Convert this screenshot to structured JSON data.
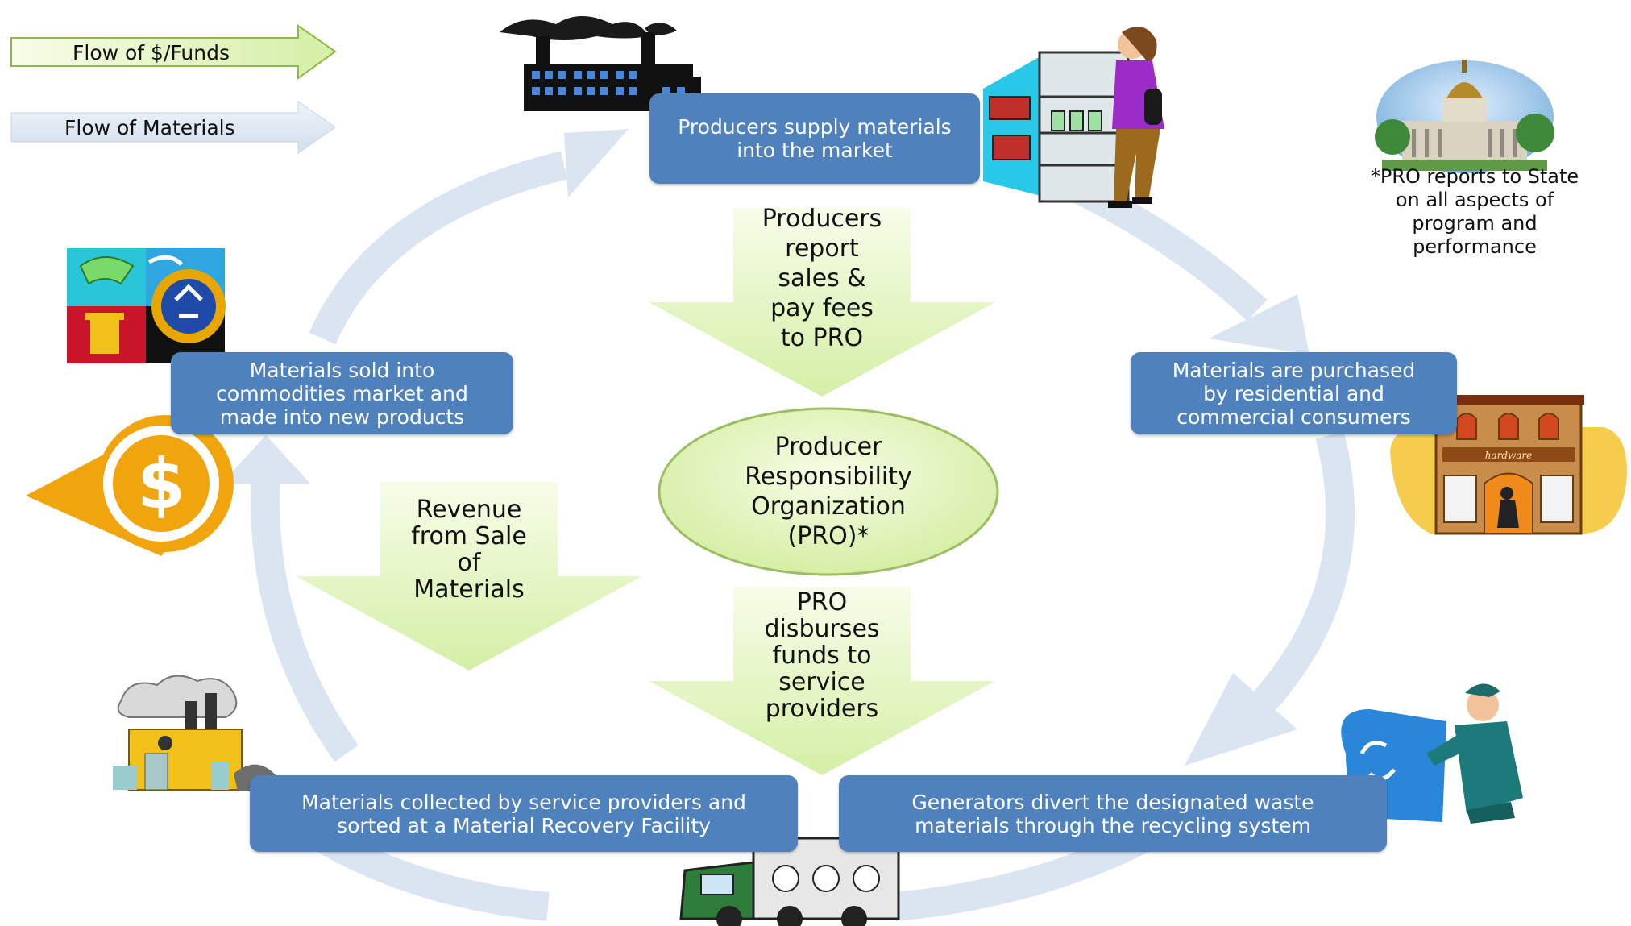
{
  "legend": {
    "funds_label": "Flow of $/Funds",
    "materials_label": "Flow of Materials"
  },
  "nodes": {
    "producers_supply": "Producers supply materials\ninto the market",
    "consumers_purchase": "Materials are purchased\nby residential and\ncommercial consumers",
    "generators_divert": "Generators divert the designated waste\nmaterials through the recycling system",
    "collected_sorted": "Materials collected by service providers and\nsorted at a Material Recovery Facility",
    "sold_commodities": "Materials sold into\ncommodities market and\nmade into new products",
    "pro_center": "Producer\nResponsibility\nOrganization\n(PRO)*"
  },
  "fund_flows": {
    "producers_fees": "Producers\nreport\nsales &\npay fees\nto PRO",
    "pro_disburses": "PRO\ndisburses\nfunds to\nservice\nproviders",
    "revenue_sale": "Revenue\nfrom Sale\nof\nMaterials"
  },
  "note": "*PRO reports to State\non all aspects of\nprogram and\nperformance",
  "icons": {
    "factory": "factory-icon",
    "shopper": "shopper-icon",
    "capitol": "capitol-building-icon",
    "store": "hardware-store-icon",
    "worker": "recycling-worker-icon",
    "truck": "recycling-truck-icon",
    "mrf": "recovery-facility-icon",
    "recycle_symbols": "recycle-symbols-icon",
    "dollar": "dollar-icon"
  },
  "colors": {
    "box_blue": "#4f81bd",
    "material_arrow": "#dbe5f1",
    "fund_arrow": "#e4f5c4"
  },
  "store_sign": "hardware"
}
